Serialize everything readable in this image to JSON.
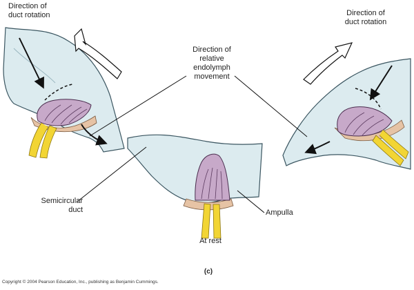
{
  "labels": {
    "rotation_left": "Direction of\nduct rotation",
    "rotation_right": "Direction of\nduct rotation",
    "endolymph": "Direction of\nrelative\nendolymph\nmovement",
    "semicircular_duct": "Semicircular\nduct",
    "ampulla": "Ampulla",
    "at_rest": "At rest",
    "panel": "(c)",
    "copyright": "Copyright © 2004 Pearson Education, Inc., publishing as Benjamin Cummings."
  },
  "colors": {
    "duct_fill": "#dcebef",
    "duct_stroke": "#3a5560",
    "cupula_fill": "#c7a9c9",
    "nerve_fill": "#f2d534",
    "crista_fill": "#e6c3a5"
  }
}
